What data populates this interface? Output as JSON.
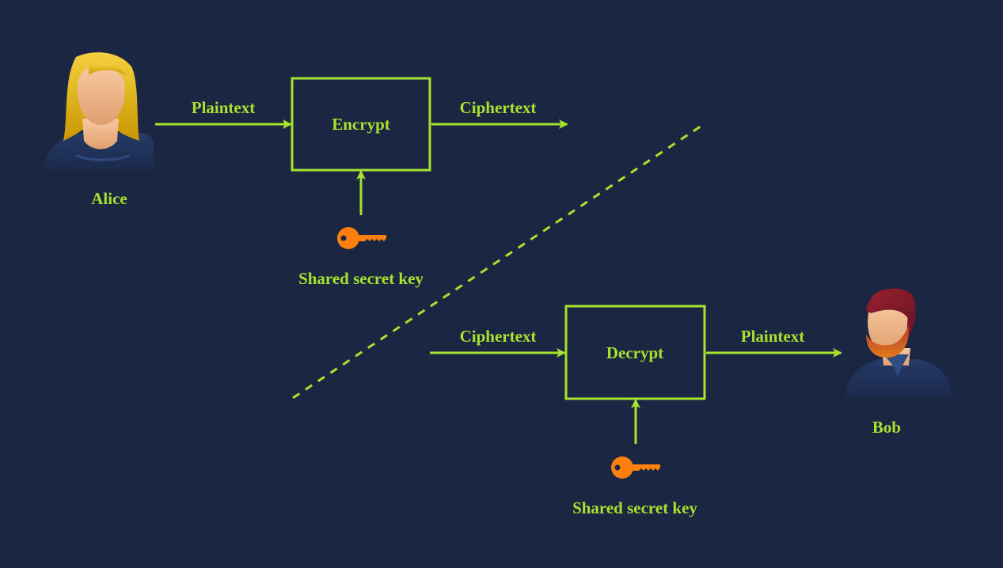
{
  "colors": {
    "background": "#1b2642",
    "accent": "#a6e22e",
    "key": "#ff7f0e"
  },
  "alice": {
    "name": "Alice",
    "icon": "woman-avatar-icon"
  },
  "bob": {
    "name": "Bob",
    "icon": "man-avatar-icon"
  },
  "sender": {
    "input_label": "Plaintext",
    "box_label": "Encrypt",
    "output_label": "Ciphertext",
    "key_label": "Shared secret key",
    "key_icon": "key-icon"
  },
  "receiver": {
    "input_label": "Ciphertext",
    "box_label": "Decrypt",
    "output_label": "Plaintext",
    "key_label": "Shared secret key",
    "key_icon": "key-icon"
  }
}
